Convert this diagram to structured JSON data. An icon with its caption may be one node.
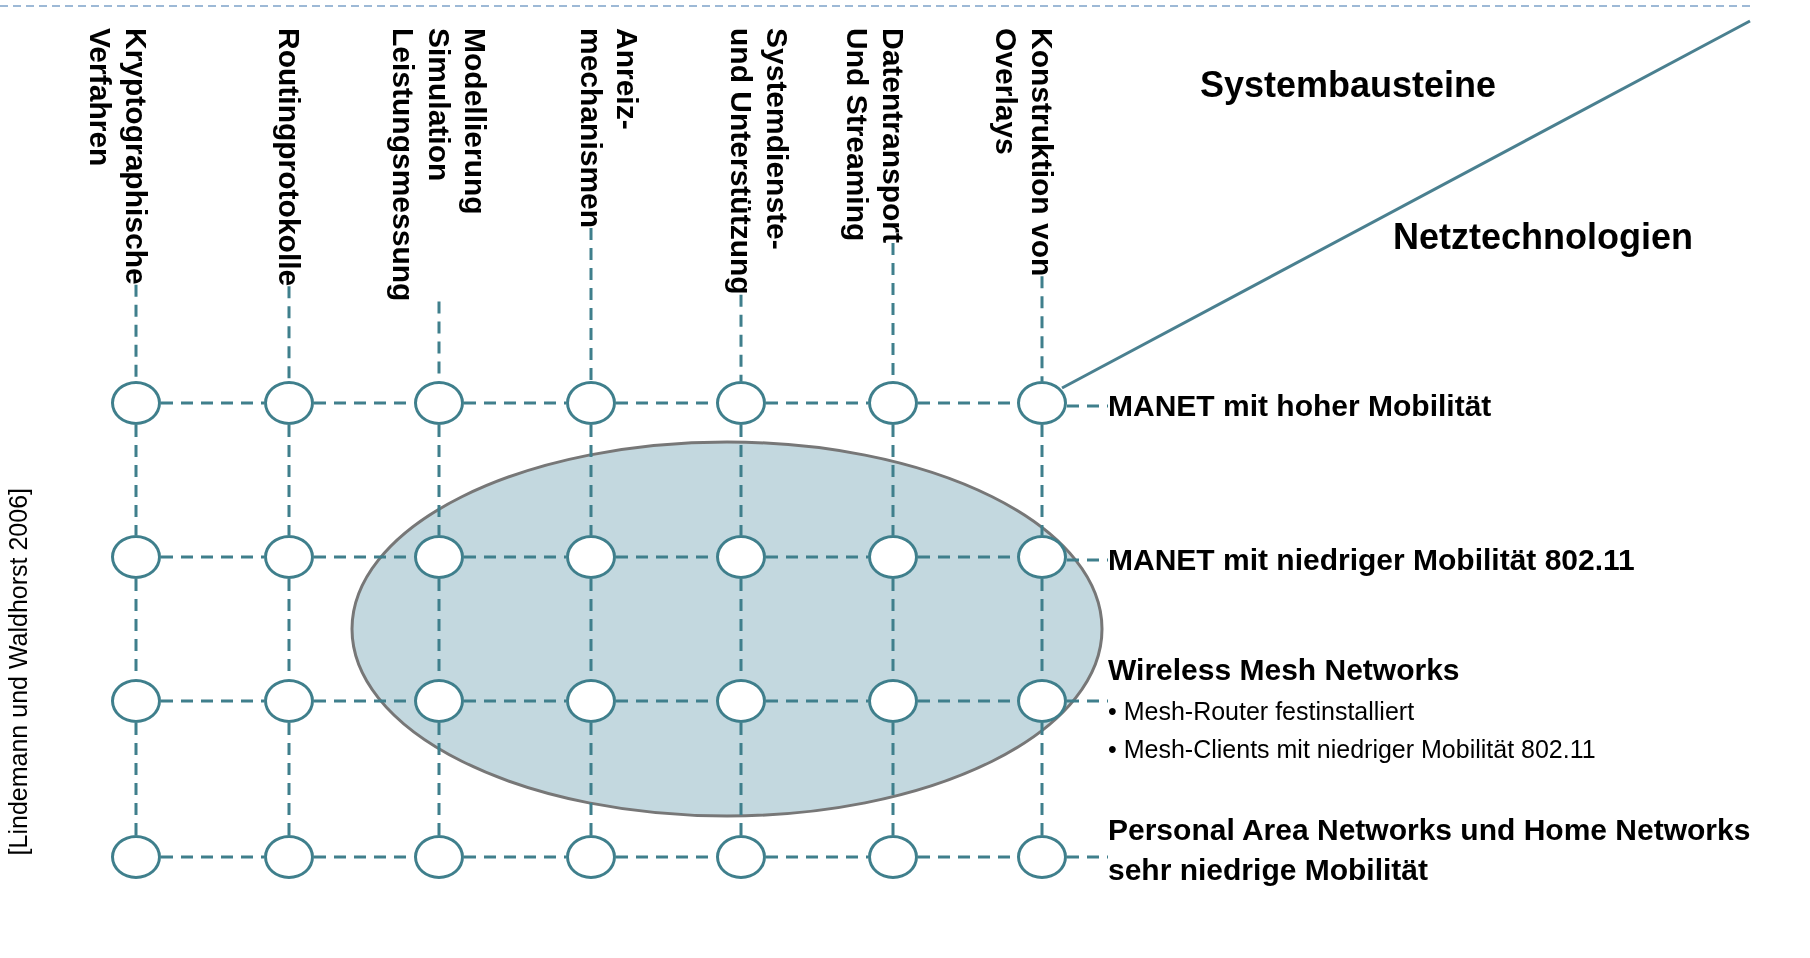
{
  "diagram": {
    "nodes": [
      {
        "text": [
          "Kryptographische Verfahren"
        ]
      },
      {
        "text": [
          "Routingprotokolle"
        ]
      },
      {
        "text": [
          "Modellierung Simulation Leistungsmessung"
        ]
      },
      {
        "text": [
          "Anreiz- mechanismen"
        ]
      },
      {
        "text": [
          "Systemdienste- und Unterstützung"
        ]
      },
      {
        "text": [
          "Datentransport Und Streaming"
        ]
      },
      {
        "text": [
          "Konstruktion von Overlays"
        ]
      },
      {
        "text": [],
        "shape": "circle"
      },
      {
        "text": [],
        "shape": "circle"
      },
      {
        "text": [],
        "shape": "circle"
      },
      {
        "text": [],
        "shape": "circle"
      },
      {
        "text": [],
        "shape": "circle"
      },
      {
        "text": [],
        "shape": "circle"
      },
      {
        "text": [],
        "shape": "circle"
      },
      {
        "text": [
          "MANET mit hoher Mobilität"
        ]
      },
      {
        "text": [],
        "shape": "circle"
      },
      {
        "text": [],
        "shape": "circle"
      },
      {
        "text": [],
        "shape": "circle"
      },
      {
        "text": [],
        "shape": "circle"
      },
      {
        "text": [],
        "shape": "circle"
      },
      {
        "text": [],
        "shape": "circle"
      },
      {
        "text": [],
        "shape": "circle"
      },
      {
        "text": [
          "MANET mit niedriger Mobilität 802.11"
        ]
      },
      {
        "text": [],
        "shape": "circle"
      },
      {
        "text": [],
        "shape": "circle"
      },
      {
        "text": [],
        "shape": "circle"
      },
      {
        "text": [],
        "shape": "circle"
      },
      {
        "text": [],
        "shape": "circle"
      },
      {
        "text": [],
        "shape": "circle"
      },
      {
        "text": [],
        "shape": "circle"
      },
      {
        "text": [
          "Wireless Mesh Networks",
          "• Mesh-Router festinstalliert",
          "• Mesh-Clients mit niedriger Mobilität 802.11"
        ]
      },
      {
        "text": [],
        "shape": "circle"
      },
      {
        "text": [],
        "shape": "circle"
      },
      {
        "text": [],
        "shape": "circle"
      },
      {
        "text": [],
        "shape": "circle"
      },
      {
        "text": [],
        "shape": "circle"
      },
      {
        "text": [],
        "shape": "circle"
      },
      {
        "text": [],
        "shape": "circle"
      },
      {
        "text": [
          "Personal Area Networks und Home Networks sehr niedrige Mobilität"
        ]
      }
    ],
    "edges": [
      {
        "from": 0,
        "to": 7,
        "arrow": "none",
        "style": "dashed"
      },
      {
        "from": 1,
        "to": 8,
        "arrow": "none",
        "style": "dashed"
      },
      {
        "from": 2,
        "to": 9,
        "arrow": "none",
        "style": "dashed"
      },
      {
        "from": 3,
        "to": 10,
        "arrow": "none",
        "style": "dashed"
      },
      {
        "from": 4,
        "to": 11,
        "arrow": "none",
        "style": "dashed"
      },
      {
        "from": 5,
        "to": 12,
        "arrow": "none",
        "style": "dashed"
      },
      {
        "from": 6,
        "to": 13,
        "arrow": "none",
        "style": "dashed"
      },
      {
        "from": 7,
        "to": 8,
        "arrow": "none",
        "style": "dashed"
      },
      {
        "from": 8,
        "to": 9,
        "arrow": "none",
        "style": "dashed"
      },
      {
        "from": 9,
        "to": 10,
        "arrow": "none",
        "style": "dashed"
      },
      {
        "from": 10,
        "to": 11,
        "arrow": "none",
        "style": "dashed"
      },
      {
        "from": 11,
        "to": 12,
        "arrow": "none",
        "style": "dashed"
      },
      {
        "from": 12,
        "to": 13,
        "arrow": "none",
        "style": "dashed"
      },
      {
        "from": 13,
        "to": 14,
        "arrow": "none",
        "style": "dashed"
      },
      {
        "from": 15,
        "to": 16,
        "arrow": "none",
        "style": "dashed"
      },
      {
        "from": 16,
        "to": 17,
        "arrow": "none",
        "style": "dashed"
      },
      {
        "from": 17,
        "to": 18,
        "arrow": "none",
        "style": "dashed"
      },
      {
        "from": 18,
        "to": 19,
        "arrow": "none",
        "style": "dashed"
      },
      {
        "from": 19,
        "to": 20,
        "arrow": "none",
        "style": "dashed"
      },
      {
        "from": 20,
        "to": 21,
        "arrow": "none",
        "style": "dashed"
      },
      {
        "from": 21,
        "to": 22,
        "arrow": "none",
        "style": "dashed"
      },
      {
        "from": 23,
        "to": 24,
        "arrow": "none",
        "style": "dashed"
      },
      {
        "from": 24,
        "to": 25,
        "arrow": "none",
        "style": "dashed"
      },
      {
        "from": 25,
        "to": 26,
        "arrow": "none",
        "style": "dashed"
      },
      {
        "from": 26,
        "to": 27,
        "arrow": "none",
        "style": "dashed"
      },
      {
        "from": 27,
        "to": 28,
        "arrow": "none",
        "style": "dashed"
      },
      {
        "from": 28,
        "to": 29,
        "arrow": "none",
        "style": "dashed"
      },
      {
        "from": 29,
        "to": 30,
        "arrow": "none",
        "style": "dashed"
      },
      {
        "from": 31,
        "to": 32,
        "arrow": "none",
        "style": "dashed"
      },
      {
        "from": 32,
        "to": 33,
        "arrow": "none",
        "style": "dashed"
      },
      {
        "from": 33,
        "to": 34,
        "arrow": "none",
        "style": "dashed"
      },
      {
        "from": 34,
        "to": 35,
        "arrow": "none",
        "style": "dashed"
      },
      {
        "from": 35,
        "to": 36,
        "arrow": "none",
        "style": "dashed"
      },
      {
        "from": 36,
        "to": 37,
        "arrow": "none",
        "style": "dashed"
      },
      {
        "from": 37,
        "to": 38,
        "arrow": "none",
        "style": "dashed"
      },
      {
        "from": 7,
        "to": 15,
        "arrow": "none",
        "style": "dashed"
      },
      {
        "from": 8,
        "to": 16,
        "arrow": "none",
        "style": "dashed"
      },
      {
        "from": 9,
        "to": 17,
        "arrow": "none",
        "style": "dashed"
      },
      {
        "from": 10,
        "to": 18,
        "arrow": "none",
        "style": "dashed"
      },
      {
        "from": 11,
        "to": 19,
        "arrow": "none",
        "style": "dashed"
      },
      {
        "from": 12,
        "to": 20,
        "arrow": "none",
        "style": "dashed"
      },
      {
        "from": 13,
        "to": 21,
        "arrow": "none",
        "style": "dashed"
      },
      {
        "from": 15,
        "to": 23,
        "arrow": "none",
        "style": "dashed"
      },
      {
        "from": 16,
        "to": 24,
        "arrow": "none",
        "style": "dashed"
      },
      {
        "from": 17,
        "to": 25,
        "arrow": "none",
        "style": "dashed"
      },
      {
        "from": 18,
        "to": 26,
        "arrow": "none",
        "style": "dashed"
      },
      {
        "from": 19,
        "to": 27,
        "arrow": "none",
        "style": "dashed"
      },
      {
        "from": 20,
        "to": 28,
        "arrow": "none",
        "style": "dashed"
      },
      {
        "from": 21,
        "to": 29,
        "arrow": "none",
        "style": "dashed"
      },
      {
        "from": 23,
        "to": 31,
        "arrow": "none",
        "style": "dashed"
      },
      {
        "from": 24,
        "to": 32,
        "arrow": "none",
        "style": "dashed"
      },
      {
        "from": 25,
        "to": 33,
        "arrow": "none",
        "style": "dashed"
      },
      {
        "from": 26,
        "to": 34,
        "arrow": "none",
        "style": "dashed"
      },
      {
        "from": 27,
        "to": 35,
        "arrow": "none",
        "style": "dashed"
      },
      {
        "from": 28,
        "to": 36,
        "arrow": "none",
        "style": "dashed"
      },
      {
        "from": 29,
        "to": 37,
        "arrow": "none",
        "style": "dashed"
      }
    ],
    "labels": [
      "Systembausteine",
      "Netztechnologien",
      "[Lindemann und Waldhorst 2006]"
    ]
  }
}
